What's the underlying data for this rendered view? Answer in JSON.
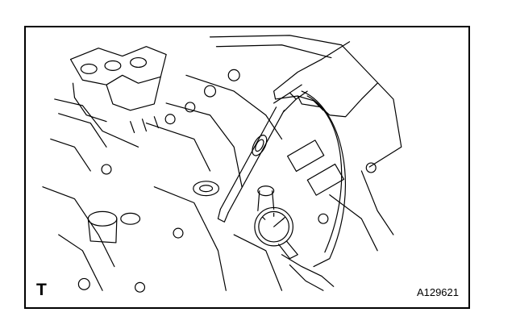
{
  "figure": {
    "corner_mark": "T",
    "figure_id": "A129621",
    "colors": {
      "line": "#000000",
      "background": "#ffffff"
    },
    "subject": "engine-cylinder-head-with-compression-gauge"
  }
}
